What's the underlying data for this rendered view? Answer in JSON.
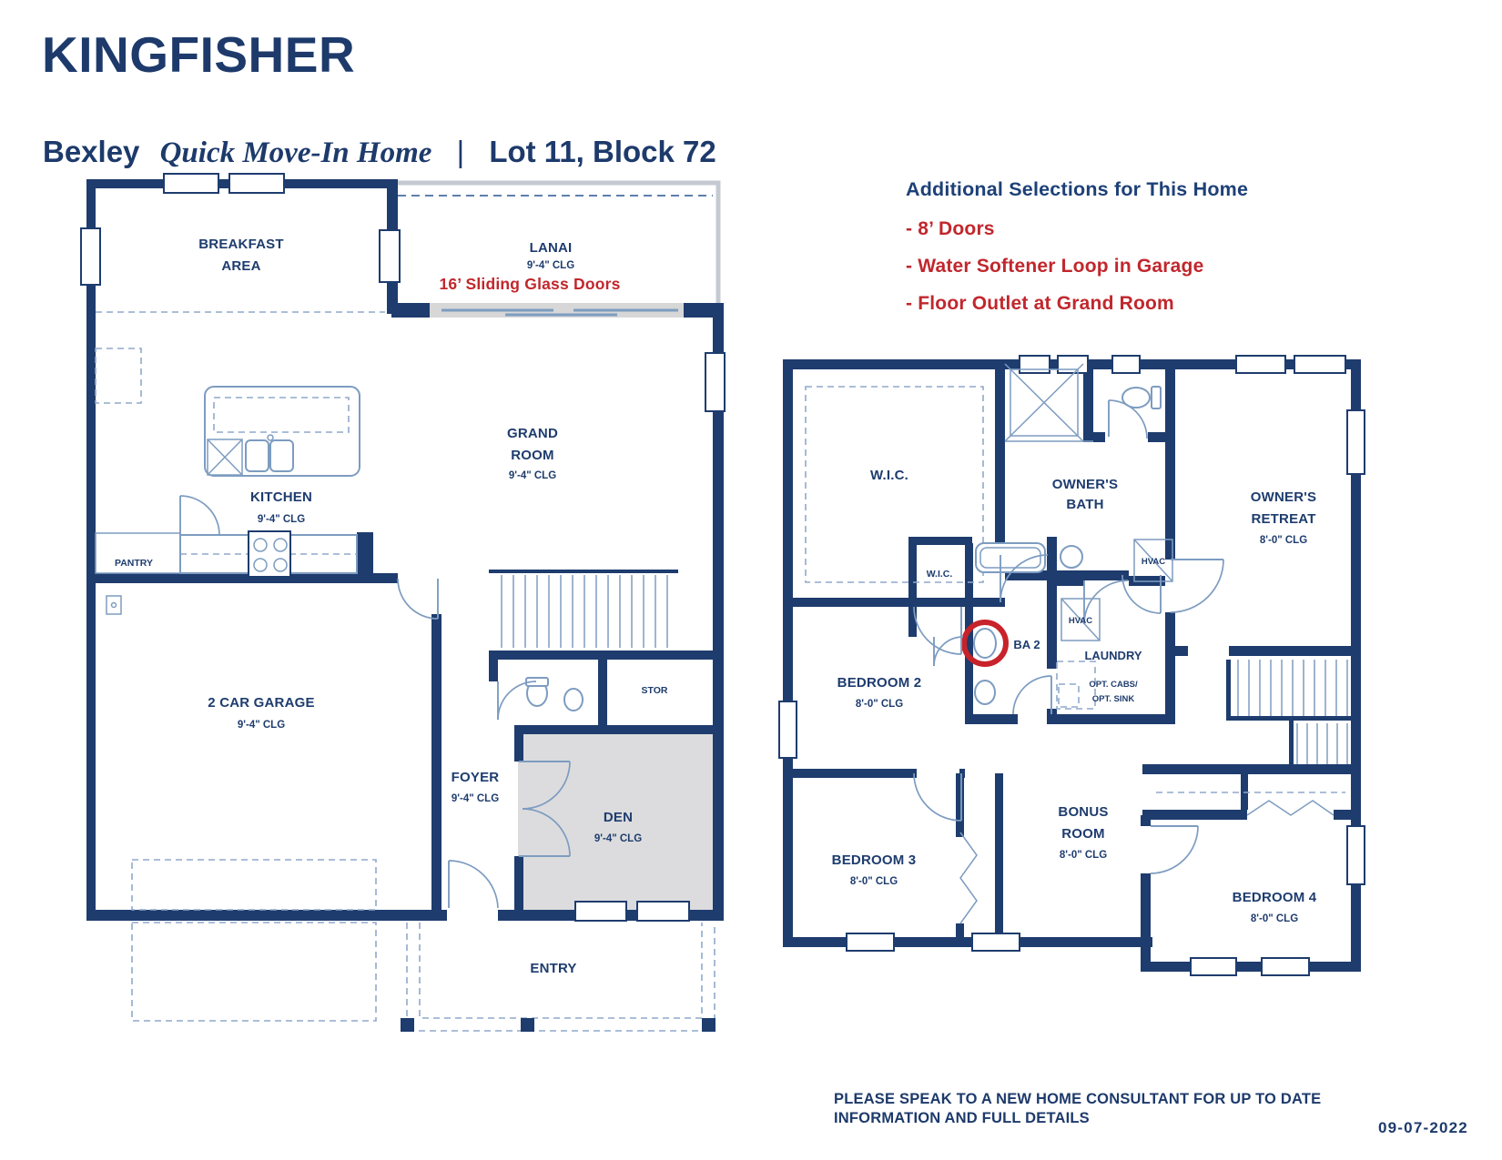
{
  "header": {
    "title": "KINGFISHER",
    "brand": "Bexley",
    "tagline": "Quick Move-In Home",
    "divider": "|",
    "lot": "Lot 11, Block 72"
  },
  "selections": {
    "heading": "Additional Selections for This Home",
    "items": [
      "- 8’ Doors",
      "- Water Softener Loop in Garage",
      "- Floor Outlet at Grand Room"
    ]
  },
  "floor1": {
    "breakfast_1": "BREAKFAST",
    "breakfast_2": "AREA",
    "lanai": "LANAI",
    "lanai_clg": "9'-4\" CLG",
    "sliding_note": "16’ Sliding Glass Doors",
    "grand_1": "GRAND",
    "grand_2": "ROOM",
    "grand_clg": "9'-4\" CLG",
    "kitchen": "KITCHEN",
    "kitchen_clg": "9'-4\" CLG",
    "pantry": "PANTRY",
    "garage": "2 CAR GARAGE",
    "garage_clg": "9'-4\" CLG",
    "foyer": "FOYER",
    "foyer_clg": "9'-4\" CLG",
    "den": "DEN",
    "den_clg": "9'-4\" CLG",
    "stor": "STOR",
    "entry": "ENTRY"
  },
  "floor2": {
    "wic_owner": "W.I.C.",
    "owners_bath_1": "OWNER'S",
    "owners_bath_2": "BATH",
    "owners_retreat_1": "OWNER'S",
    "owners_retreat_2": "RETREAT",
    "owners_retreat_clg": "8'-0\" CLG",
    "hvac_1": "HVAC",
    "hvac_2": "HVAC",
    "wic_2": "W.I.C.",
    "ba2": "BA 2",
    "laundry": "LAUNDRY",
    "opt_1": "OPT. CABS/",
    "opt_2": "OPT. SINK",
    "bedroom2": "BEDROOM 2",
    "bedroom2_clg": "8'-0\" CLG",
    "bedroom3": "BEDROOM 3",
    "bedroom3_clg": "8'-0\" CLG",
    "bonus_1": "BONUS",
    "bonus_2": "ROOM",
    "bonus_clg": "8'-0\" CLG",
    "bedroom4": "BEDROOM 4",
    "bedroom4_clg": "8'-0\" CLG"
  },
  "footer": {
    "disclaimer": "PLEASE SPEAK TO A NEW HOME CONSULTANT FOR UP TO DATE INFORMATION AND FULL DETAILS",
    "date": "09-07-2022"
  },
  "colors": {
    "navy": "#1e3c6e",
    "red": "#c1272d",
    "fixture_blue": "#7d9cc0",
    "den_gray": "#dcdcde"
  }
}
